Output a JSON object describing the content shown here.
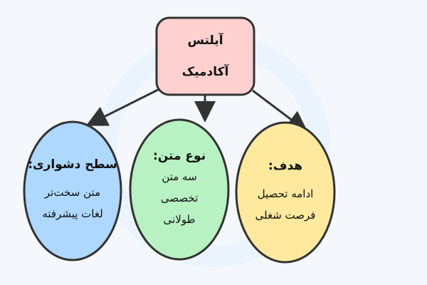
{
  "root": {
    "lines": [
      "آیلتس",
      "آکادمیک"
    ],
    "color": "#ffd0d0"
  },
  "children": [
    {
      "title": "سطح دشواری:",
      "lines": [
        "متن سخت‌تر",
        "لغات پیشرفته"
      ],
      "color": "#aed8ff"
    },
    {
      "title": "نوع متن:",
      "lines": [
        "سه متن",
        "تخصصی",
        "طولانی"
      ],
      "color": "#b8f2c2"
    },
    {
      "title": "هدف:",
      "lines": [
        "ادامه تحصیل",
        "فرصت شغلی"
      ],
      "color": "#ffe99e"
    }
  ]
}
